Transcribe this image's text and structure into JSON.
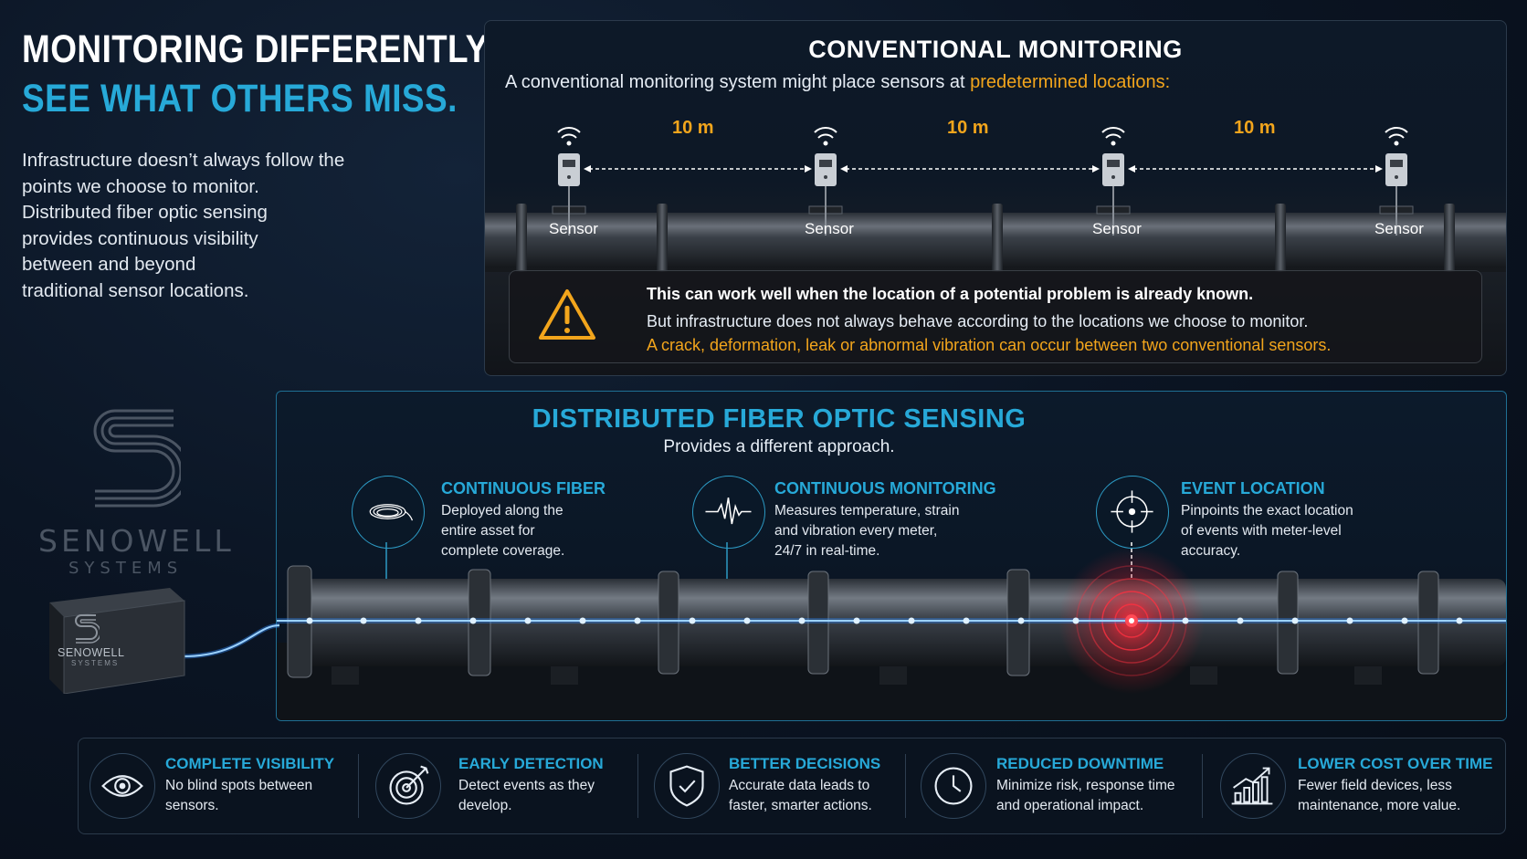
{
  "headline": {
    "line1": "MONITORING DIFFERENTLY.",
    "line2": "SEE WHAT OTHERS MISS."
  },
  "intro": [
    "Infrastructure doesn’t always follow the",
    "points we choose to monitor.",
    "Distributed fiber optic sensing",
    "provides continuous visibility",
    "between and beyond",
    "traditional sensor locations."
  ],
  "logo": {
    "name": "SENOWELL",
    "sub": "SYSTEMS"
  },
  "device": {
    "name": "SENOWELL",
    "sub": "SYSTEMS"
  },
  "conventional": {
    "title": "CONVENTIONAL MONITORING",
    "subtitle_prefix": "A conventional monitoring system might place sensors at ",
    "subtitle_highlight": "predetermined locations:",
    "distances": [
      "10 m",
      "10 m",
      "10 m"
    ],
    "sensors": [
      "Sensor",
      "Sensor",
      "Sensor",
      "Sensor"
    ],
    "warning": {
      "line1": "This can work well when the location of a potential problem is already known.",
      "line2": "But infrastructure does not always behave according to the locations we choose to monitor.",
      "line3": "A crack, deformation, leak or abnormal vibration can occur between two conventional sensors."
    }
  },
  "dfos": {
    "title": "DISTRIBUTED FIBER OPTIC SENSING",
    "subtitle": "Provides a different approach.",
    "features": [
      {
        "icon": "fiber-coil-icon",
        "title": "CONTINUOUS FIBER",
        "lines": [
          "Deployed along the",
          "entire asset for",
          "complete coverage."
        ]
      },
      {
        "icon": "waveform-icon",
        "title": "CONTINUOUS MONITORING",
        "lines": [
          "Measures temperature, strain",
          "and vibration every meter,",
          "24/7 in real-time."
        ]
      },
      {
        "icon": "crosshair-icon",
        "title": "EVENT LOCATION",
        "lines": [
          "Pinpoints the exact location",
          "of events with meter-level",
          "accuracy."
        ]
      }
    ]
  },
  "benefits": [
    {
      "icon": "eye-icon",
      "title": "COMPLETE VISIBILITY",
      "lines": [
        "No blind spots between",
        "sensors."
      ]
    },
    {
      "icon": "target-icon",
      "title": "EARLY DETECTION",
      "lines": [
        "Detect events as they",
        "develop."
      ]
    },
    {
      "icon": "shield-check-icon",
      "title": "BETTER DECISIONS",
      "lines": [
        "Accurate data leads to",
        "faster, smarter actions."
      ]
    },
    {
      "icon": "clock-icon",
      "title": "REDUCED DOWNTIME",
      "lines": [
        "Minimize risk, response time",
        "and operational impact."
      ]
    },
    {
      "icon": "growth-chart-icon",
      "title": "LOWER COST OVER TIME",
      "lines": [
        "Fewer field devices, less",
        "maintenance, more value."
      ]
    }
  ],
  "colors": {
    "accent": "#27a9d8",
    "warning": "#f2a51c",
    "event": "#e0303a",
    "fiber": "#2f8cff"
  }
}
